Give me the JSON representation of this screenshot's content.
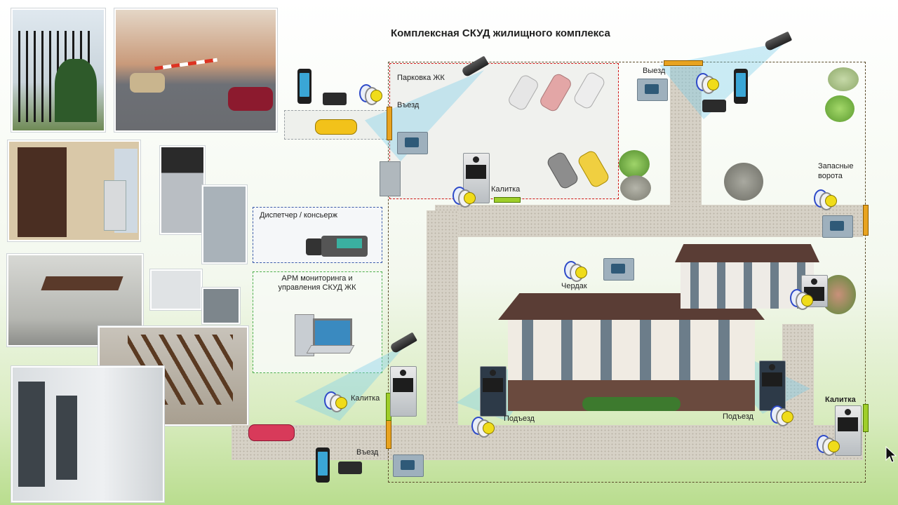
{
  "title": "Комплексная СКУД жилищного комплекса",
  "labels": {
    "parking": "Парковка ЖК",
    "entry_top": "Въезд",
    "exit_top": "Выезд",
    "wicket_parking": "Калитка",
    "spare_gate": "Запасные ворота",
    "dispatcher": "Диспетчер / консьерж",
    "arm": "АРМ мониторинга и управления СКУД ЖК",
    "attic": "Чердак",
    "wicket_left": "Калитка",
    "entrance_left": "Подъезд",
    "entrance_right": "Подъезд",
    "wicket_right": "Калитка",
    "entry_bottom": "Въезд"
  },
  "colors": {
    "gate": "#e8a320",
    "wicket": "#9fce2a",
    "parking_zone": "#d01818",
    "dispatcher_zone": "#3a5aa8",
    "arm_zone": "#4cae4c",
    "perimeter": "#5a4a2a",
    "camera_fov": "#78cdeb"
  },
  "icons": [
    "camera-icon",
    "key-fob-icon",
    "smartphone-icon",
    "card-reader-icon",
    "controller-icon",
    "intercom-panel-icon",
    "desk-phone-icon",
    "computer-icon",
    "cursor-icon"
  ]
}
